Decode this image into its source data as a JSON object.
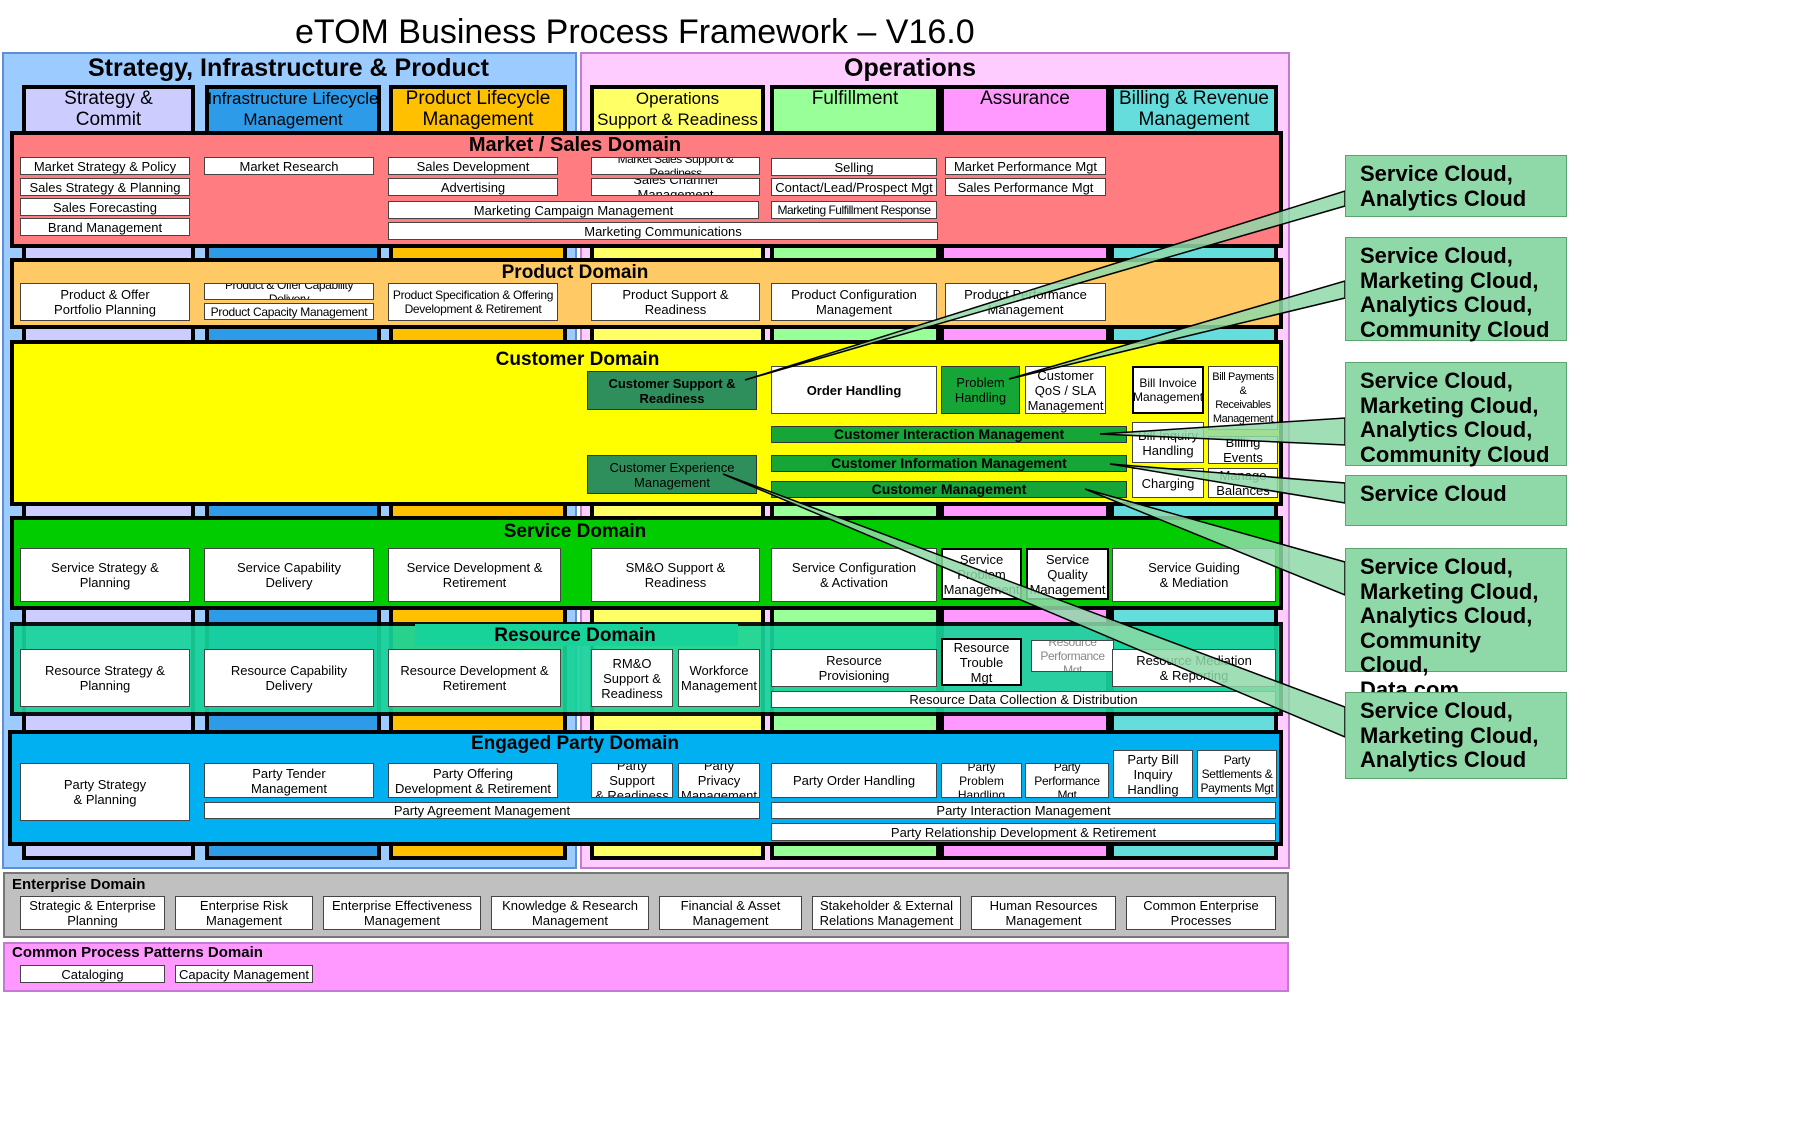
{
  "title": "eTOM Business Process Framework – V16.0",
  "sections": {
    "sip": "Strategy, Infrastructure & Product",
    "ops": "Operations"
  },
  "columns": [
    "Strategy &\nCommit",
    "Infrastructure Lifecycle\nManagement",
    "Product Lifecycle\nManagement",
    "Operations\nSupport & Readiness",
    "Fulfillment",
    "Assurance",
    "Billing & Revenue\nManagement"
  ],
  "domains": {
    "market": "Market / Sales Domain",
    "product": "Product Domain",
    "customer": "Customer Domain",
    "service": "Service Domain",
    "resource": "Resource Domain",
    "party": "Engaged Party Domain",
    "enterprise": "Enterprise Domain",
    "common": "Common Process Patterns Domain"
  },
  "market": {
    "strategy_policy": "Market Strategy & Policy",
    "strategy_planning": "Sales Strategy & Planning",
    "forecasting": "Sales Forecasting",
    "brand": "Brand Management",
    "research": "Market Research",
    "sales_dev": "Sales Development",
    "advertising": "Advertising",
    "campaign": "Marketing  Campaign Management",
    "communications": "Marketing  Communications",
    "support_readiness": "Market Sales Support & Readiness",
    "channel_mgmt": "Sales Channel Management",
    "selling": "Selling",
    "contact": "Contact/Lead/Prospect Mgt",
    "fulfillment_resp": "Marketing Fulfillment Response",
    "performance": "Market  Performance Mgt",
    "sales_perf": "Sales Performance Mgt"
  },
  "product": {
    "portfolio": "Product & Offer\nPortfolio Planning",
    "cap_delivery": "Product & Offer Capability Delivery",
    "capacity": "Product Capacity Management",
    "spec": "Product Specification & Offering\nDevelopment & Retirement",
    "support": "Product Support &\nReadiness",
    "config": "Product Configuration\nManagement",
    "performance": "Product Performance\nManagement"
  },
  "customer": {
    "support": "Customer Support &\nReadiness",
    "experience": "Customer Experience\nManagement",
    "order": "Order Handling",
    "problem": "Problem\nHandling",
    "qos": "Customer\nQoS / SLA\nManagement",
    "interaction": "Customer Interaction Management",
    "information": "Customer Information  Management",
    "management": "Customer Management",
    "bill_invoice": "Bill Invoice\nManagement",
    "bill_payments": "Bill Payments\n&\nReceivables\nManagement",
    "bill_inquiry": "Bill Inquiry\nHandling",
    "billing_events": "Billing\nEvents",
    "charging": "Charging",
    "manage_balances": "Manage\nBalances"
  },
  "service": {
    "strategy": "Service Strategy &\nPlanning",
    "capability": "Service Capability\nDelivery",
    "development": "Service Development &\nRetirement",
    "smo": "SM&O Support &\nReadiness",
    "config": "Service Configuration\n& Activation",
    "problem": "Service\nProblem\nManagement",
    "quality": "Service\nQuality\nManagement",
    "guiding": "Service Guiding\n& Mediation"
  },
  "resource": {
    "strategy": "Resource Strategy &\nPlanning",
    "capability": "Resource Capability\nDelivery",
    "development": "Resource  Development &\nRetirement",
    "rmo": "RM&O\nSupport &\nReadiness",
    "workforce": "Workforce\nManagement",
    "provisioning": "Resource\nProvisioning",
    "trouble": "Resource\nTrouble\nMgt",
    "performance": "Resource\nPerformance Mgt",
    "mediation": "Resource Mediation\n& Reporting",
    "data": "Resource Data Collection & Distribution"
  },
  "party": {
    "strategy": "Party Strategy\n& Planning",
    "tender": "Party Tender\nManagement",
    "offering": "Party Offering\nDevelopment & Retirement",
    "support": "Party Support\n& Readiness",
    "privacy": "Party Privacy\nManagement",
    "order": "Party Order Handling",
    "problem": "Party Problem\nHandling",
    "performance": "Party\nPerformance Mgt",
    "bill_inquiry": "Party Bill\nInquiry\nHandling",
    "settlements": "Party\nSettlements &\nPayments Mgt",
    "agreement": "Party Agreement Management",
    "interaction": "Party Interaction  Management",
    "relationship": "Party Relationship Development & Retirement"
  },
  "enterprise": [
    "Strategic & Enterprise\nPlanning",
    "Enterprise Risk\nManagement",
    "Enterprise Effectiveness\nManagement",
    "Knowledge & Research\nManagement",
    "Financial & Asset\nManagement",
    "Stakeholder & External\nRelations Management",
    "Human Resources\nManagement",
    "Common Enterprise\nProcesses"
  ],
  "common": [
    "Cataloging",
    "Capacity Management"
  ],
  "callouts": [
    "Service Cloud,\nAnalytics Cloud",
    "Service Cloud,\nMarketing Cloud,\nAnalytics Cloud,\nCommunity Cloud",
    "Service Cloud,\nMarketing Cloud,\nAnalytics Cloud,\nCommunity Cloud",
    "Service Cloud",
    "Service Cloud,\nMarketing Cloud,\nAnalytics Cloud,\nCommunity Cloud,\nData.com",
    "Service Cloud,\nMarketing Cloud,\nAnalytics Cloud"
  ],
  "colors": {
    "sip_bg": "#9cccff",
    "ops_bg": "#ffccff",
    "market": "#ff7c80",
    "product": "#ffc966",
    "customer": "#ffff00",
    "service": "#00cc00",
    "resource": "#17d39a",
    "party": "#00b0f0",
    "enterprise": "#c0c0c0",
    "common": "#ff99ff",
    "callout": "#8fd9a8"
  }
}
